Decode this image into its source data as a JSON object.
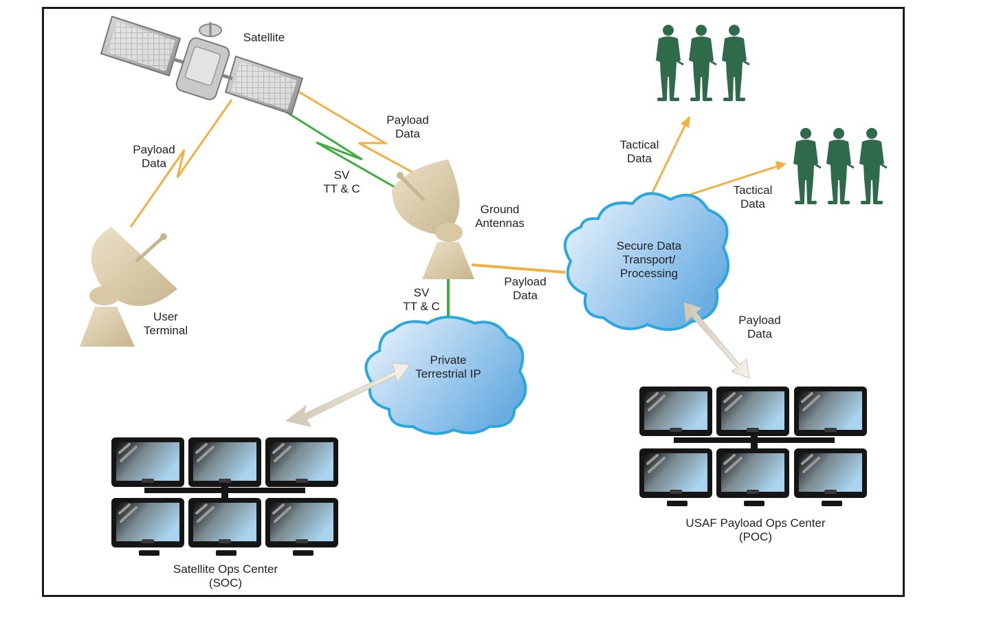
{
  "colors": {
    "payload_link": "#f2b042",
    "control_link": "#3cae3c",
    "cloud_stroke": "#2aa7df",
    "cloud_fill_light": "#e8f3fc",
    "cloud_fill_dark": "#6fb1e3",
    "antenna": "#d9c8a3",
    "soldier": "#2f6b4a",
    "monitor_frame": "#151515",
    "arrow_beige": "#d8d0c0",
    "border": "#1a1a1a"
  },
  "icons": {
    "satellite": "satellite-icon",
    "antenna": "dish-antenna-icon",
    "cloud": "cloud-icon",
    "monitor": "monitor-icon",
    "soldier": "soldier-icon"
  },
  "nodes": {
    "satellite": {
      "label": "Satellite"
    },
    "user_terminal": {
      "line1": "User",
      "line2": "Terminal"
    },
    "ground_antennas": {
      "line1": "Ground",
      "line2": "Antennas"
    },
    "private_ip": {
      "line1": "Private",
      "line2": "Terrestrial IP"
    },
    "secure_transport": {
      "line1": "Secure Data",
      "line2": "Transport/",
      "line3": "Processing"
    },
    "soc": {
      "line1": "Satellite Ops Center",
      "line2": "(SOC)"
    },
    "poc": {
      "line1": "USAF Payload Ops Center",
      "line2": "(POC)"
    }
  },
  "links": {
    "sat_user_payload": {
      "line1": "Payload",
      "line2": "Data"
    },
    "sat_ground_payload": {
      "line1": "Payload",
      "line2": "Data"
    },
    "sat_ground_sv": {
      "line1": "SV",
      "line2": "TT & C"
    },
    "ground_private_sv": {
      "line1": "SV",
      "line2": "TT & C"
    },
    "ground_secure_payload": {
      "line1": "Payload",
      "line2": "Data"
    },
    "secure_tactical_1": {
      "line1": "Tactical",
      "line2": "Data"
    },
    "secure_tactical_2": {
      "line1": "Tactical",
      "line2": "Data"
    },
    "secure_poc_payload": {
      "line1": "Payload",
      "line2": "Data"
    }
  }
}
